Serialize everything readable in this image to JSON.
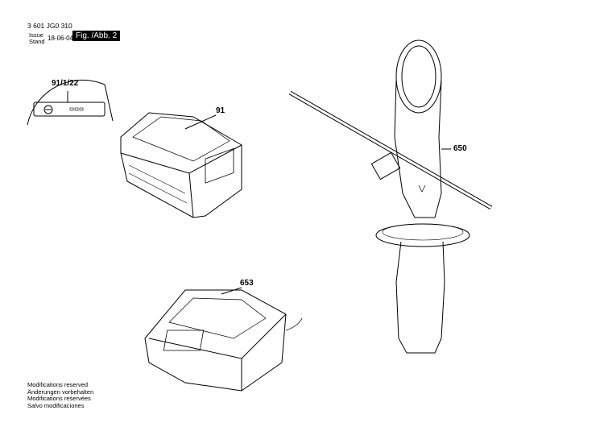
{
  "header": {
    "part_number": "3 601 JG0 310",
    "issue_label": "Issue",
    "stand_label": "Stand",
    "date": "18-06-04",
    "figure": "Fig. /Abb. 2"
  },
  "callouts": {
    "detail": "91/1/22",
    "battery": "91",
    "handle": "650",
    "charger": "653"
  },
  "footer": {
    "lines": [
      "Modifications reserved",
      "Änderungen vorbehalten",
      "Modifications reśervées",
      "Salvo modificaciones"
    ]
  }
}
